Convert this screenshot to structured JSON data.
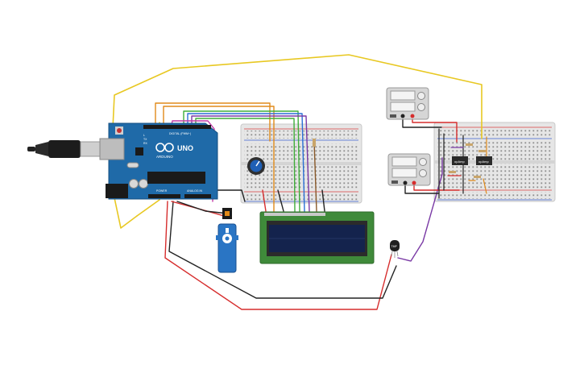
{
  "arduino": {
    "brand_label": "ARDUINO",
    "model_label": "UNO",
    "digital_header_label": "DIGITAL (PWM~)",
    "power_header_label": "POWER",
    "analog_header_label": "ANALOG IN",
    "tx_label": "TX",
    "rx_label": "RX",
    "l_label": "L"
  },
  "ics": [
    {
      "label": "opAmp"
    },
    {
      "label": "opAmp"
    }
  ],
  "sensor": {
    "label": "TMP"
  },
  "colors": {
    "board_blue": "#1f6aa8",
    "breadboard": "#e4e4e4",
    "lcd_green": "#3f8a3a",
    "lcd_screen": "#14234d",
    "servo_blue": "#2a75c4",
    "wire_yellow": "#e8c822",
    "wire_orange": "#e08a1a",
    "wire_red": "#d62d2d",
    "wire_black": "#222222",
    "wire_purple": "#7a3aa5",
    "wire_magenta": "#c23aa7",
    "wire_green": "#3fae3a",
    "wire_blue": "#2a6fd6",
    "wire_brown": "#8a5a2a"
  }
}
